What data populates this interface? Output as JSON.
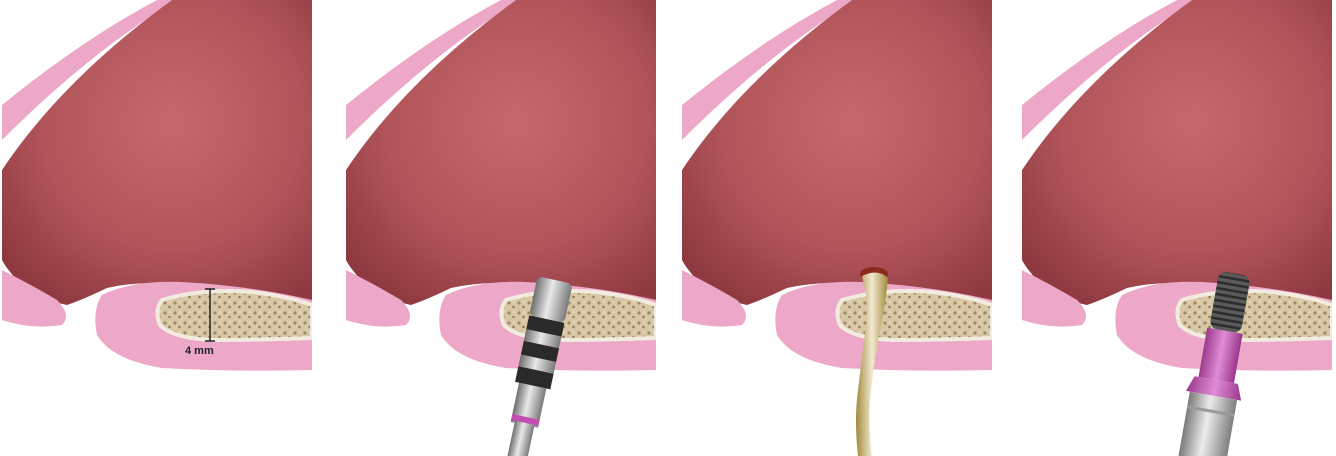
{
  "panels": [
    {
      "step": 1,
      "instrument": "none",
      "measurement_label": "4 mm"
    },
    {
      "step": 2,
      "instrument": "drill"
    },
    {
      "step": 3,
      "instrument": "osteotome"
    },
    {
      "step": 4,
      "instrument": "implant"
    }
  ],
  "colors": {
    "sinus_dark": "#a3434b",
    "sinus_light": "#bf6166",
    "mucosa": "#eda8c8",
    "bone": "#d8c7a4",
    "bone_edge": "#f2ece0",
    "instrument_pink": "#c24fb0"
  }
}
